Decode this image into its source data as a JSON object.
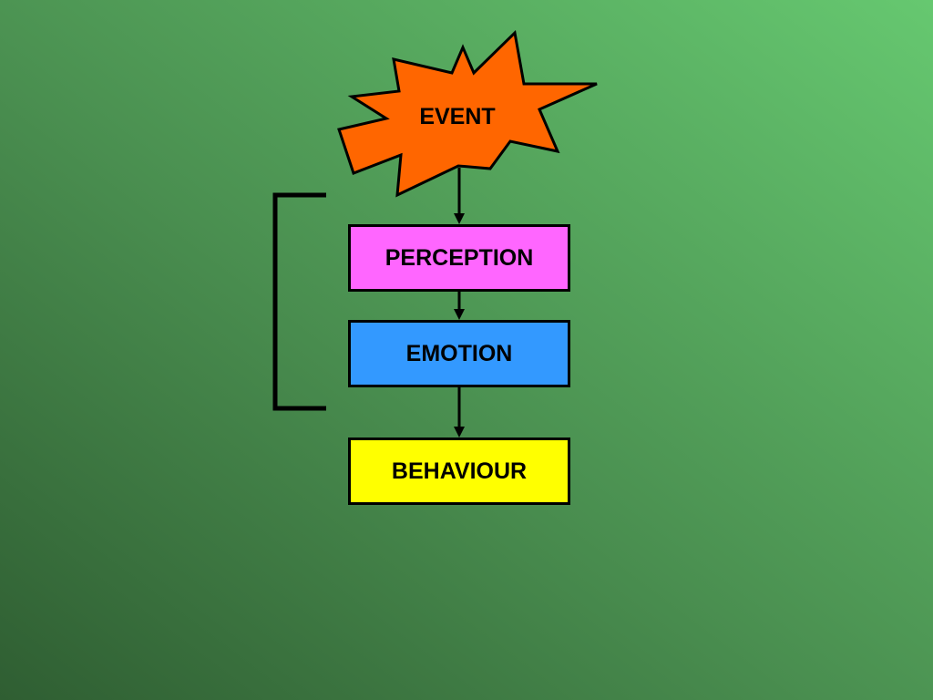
{
  "diagram": {
    "event": {
      "label": "EVENT",
      "color": "#ff6600"
    },
    "boxes": [
      {
        "id": "perception",
        "label": "PERCEPTION",
        "color": "#ff66ff"
      },
      {
        "id": "emotion",
        "label": "EMOTION",
        "color": "#3399ff"
      },
      {
        "id": "behaviour",
        "label": "BEHAVIOUR",
        "color": "#ffff00"
      }
    ],
    "line_color": "#000000"
  }
}
